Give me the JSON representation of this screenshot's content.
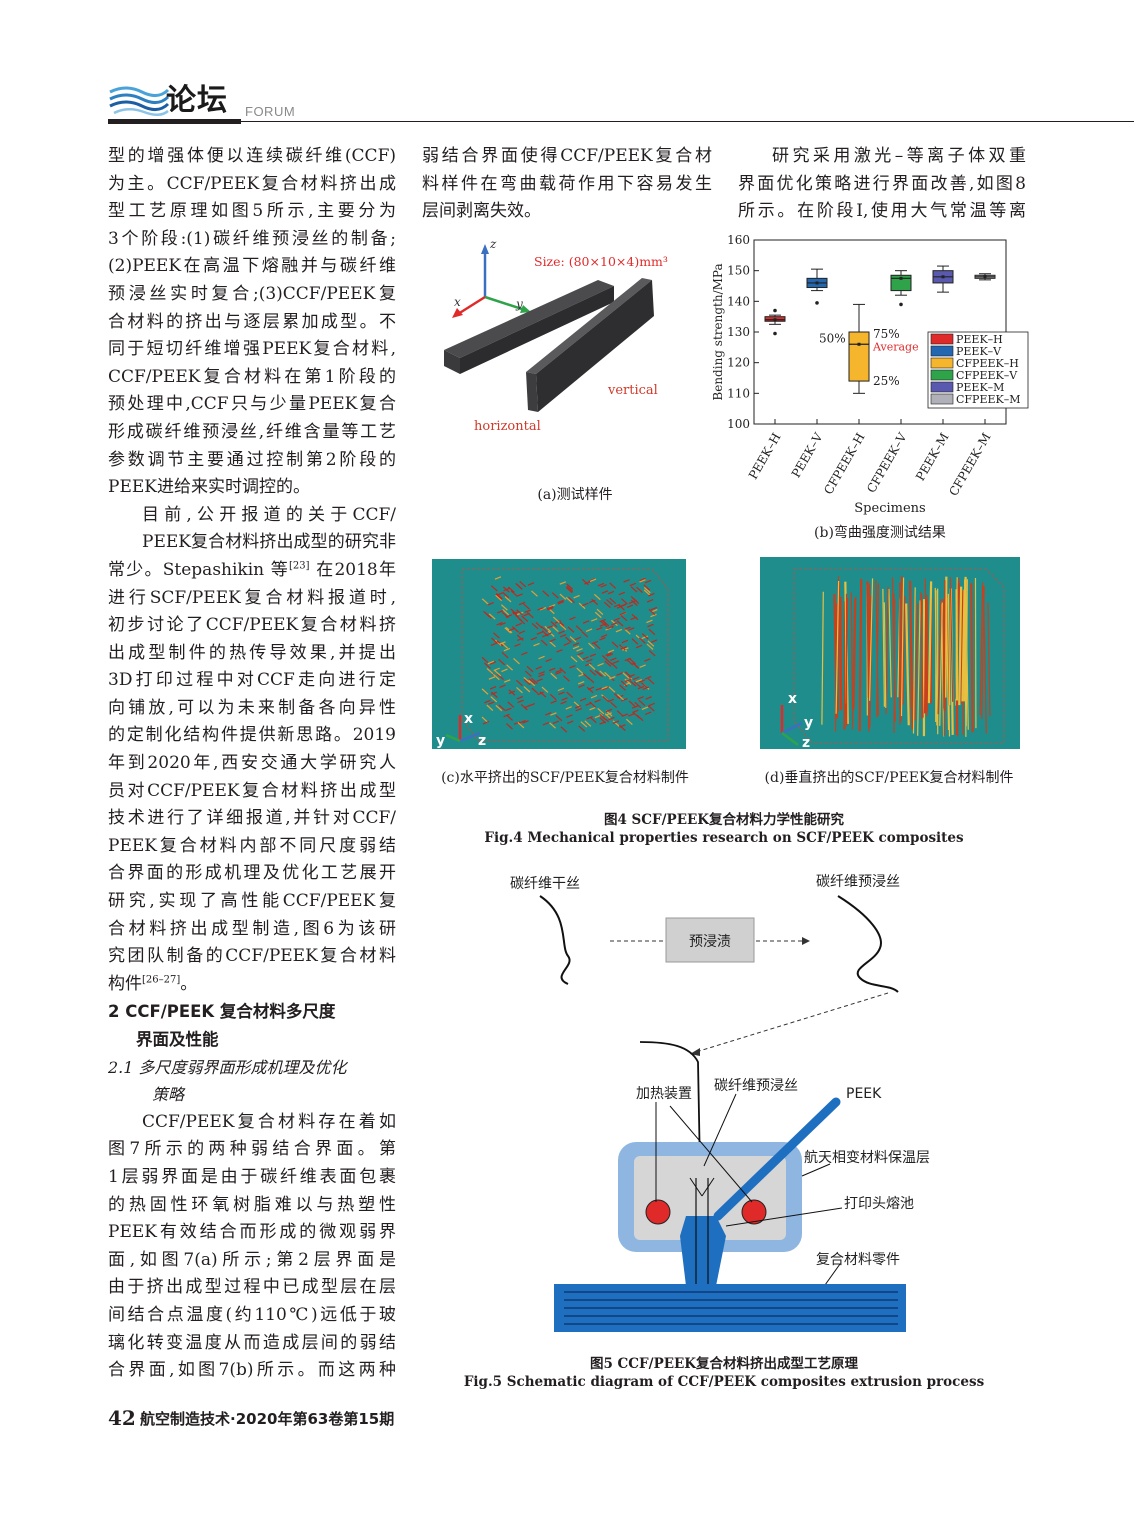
{
  "header": {
    "title": "论坛",
    "subtitle": "FORUM"
  },
  "col1": {
    "lines_p1": [
      "型的增强体便以连续碳纤维(CCF)",
      "为主。CCF/PEEK复合材料挤出成",
      "型工艺原理如图5所示,主要分为",
      "3个阶段:(1)碳纤维预浸丝的制备;",
      "(2)PEEK在高温下熔融并与碳纤维",
      "预浸丝实时复合;(3)CCF/PEEK复",
      "合材料的挤出与逐层累加成型。不",
      "同于短切纤维增强PEEK复合材料,",
      "CCF/PEEK复合材料在第1阶段的",
      "预处理中,CCF只与少量PEEK复合",
      "形成碳纤维预浸丝,纤维含量等工艺",
      "参数调节主要通过控制第2阶段的",
      "PEEK进给来实时调控的。"
    ],
    "p2_l1": "目前,公开报道的关于CCF/",
    "p2_l2": "PEEK复合材料挤出成型的研究非",
    "p2_l3a": "常少。Stepashikin 等",
    "p2_ref1": "[23]",
    "p2_l3b": "在2018年",
    "lines_p2b": [
      "进行SCF/PEEK复合材料报道时,",
      "初步讨论了CCF/PEEK复合材料挤",
      "出成型制件的热传导效果,并提出",
      "3D打印过程中对CCF走向进行定",
      "向铺放,可以为未来制备各向异性",
      "的定制化结构件提供新思路。2019",
      "年到2020年,西安交通大学研究人",
      "员对CCF/PEEK复合材料挤出成型",
      "技术进行了详细报道,并针对CCF/",
      "PEEK复合材料内部不同尺度弱结",
      "合界面的形成机理及优化工艺展开",
      "研究,实现了高性能CCF/PEEK复",
      "合材料挤出成型制造,图6为该研",
      "究团队制备的CCF/PEEK复合材料"
    ],
    "p2_last_a": "构件",
    "p2_ref2": "[26–27]",
    "p2_last_b": "。",
    "sec2_l1": "2 CCF/PEEK 复合材料多尺度",
    "sec2_l2": "界面及性能",
    "sub21_l1": "2.1 多尺度弱界面形成机理及优化",
    "sub21_l2": "策略",
    "lines_p3": [
      "CCF/PEEK复合材料存在着如",
      "图7所示的两种弱结合界面。第",
      "1层弱界面是由于碳纤维表面包裹",
      "的热固性环氧树脂难以与热塑性",
      "PEEK有效结合而形成的微观弱界",
      "面,如图7(a)所示;第2层界面是",
      "由于挤出成型过程中已成型层在层",
      "间结合点温度(约110℃)远低于玻",
      "璃化转变温度从而造成层间的弱结",
      "合界面,如图7(b)所示。而这两种"
    ]
  },
  "col2": {
    "lines": [
      "弱结合界面使得CCF/PEEK复合材",
      "料样件在弯曲载荷作用下容易发生",
      "层间剥离失效。"
    ]
  },
  "col3": {
    "lines": [
      "研究采用激光–等离子体双重",
      "界面优化策略进行界面改善,如图8",
      "所示。在阶段I,使用大气常温等离"
    ]
  },
  "fig4": {
    "a": {
      "size_label": "Size: (80×10×4)mm³",
      "axis_x": "x",
      "axis_y": "y",
      "axis_z": "z",
      "label_vertical": "vertical",
      "label_horizontal": "horizontal",
      "caption": "(a)测试样件"
    },
    "b_caption": "(b)弯曲强度测试结果",
    "c": {
      "caption": "(c)水平挤出的SCF/PEEK复合材料制件",
      "ax1": "x",
      "ax2": "y",
      "ax3": "z"
    },
    "d": {
      "caption": "(d)垂直挤出的SCF/PEEK复合材料制件",
      "ax1": "x",
      "ax2": "y",
      "ax3": "z"
    },
    "title_cn": "图4 SCF/PEEK复合材料力学性能研究",
    "title_en": "Fig.4 Mechanical properties research on SCF/PEEK composites"
  },
  "chart_data": {
    "type": "box",
    "xlabel": "Specimens",
    "ylabel": "Bending strength/MPa",
    "ylim": [
      100,
      160
    ],
    "yticks": [
      100,
      110,
      120,
      130,
      140,
      150,
      160
    ],
    "annotations": {
      "p75": "75%",
      "p50": "50%",
      "avg": "Average",
      "p25": "25%"
    },
    "series": [
      {
        "name": "PEEK–H",
        "label": "PEEK–H",
        "color": "#e02a2a",
        "min": 132.5,
        "q1": 133.5,
        "median": 134,
        "q3": 135,
        "max": 135.5,
        "outliers": [
          137,
          129.5
        ]
      },
      {
        "name": "PEEK–V",
        "label": "PEEK–V",
        "color": "#2367b0",
        "min": 143.5,
        "q1": 144.5,
        "median": 146,
        "q3": 147.5,
        "max": 150.5,
        "outliers": [
          139.5
        ]
      },
      {
        "name": "CFPEEK–H",
        "label": "CFPEEK–H",
        "color": "#f5b52c",
        "min": 110,
        "q1": 114,
        "median": 126,
        "q3": 130,
        "max": 139,
        "outliers": []
      },
      {
        "name": "CFPEEK–V",
        "label": "CFPEEK–V",
        "color": "#2ea34a",
        "min": 142,
        "q1": 143.5,
        "median": 147.5,
        "q3": 148.5,
        "max": 150,
        "outliers": [
          139
        ]
      },
      {
        "name": "PEEK–M",
        "label": "PEEK–M",
        "color": "#5a59b0",
        "min": 143,
        "q1": 146,
        "median": 148,
        "q3": 150,
        "max": 151.5,
        "outliers": []
      },
      {
        "name": "CFPEEK–M",
        "label": "CFPEEK–M",
        "color": "#b0b0b8",
        "min": 147,
        "q1": 147.5,
        "median": 148,
        "q3": 148.5,
        "max": 149,
        "outliers": []
      }
    ]
  },
  "fig5": {
    "dry_fiber": "碳纤维干丝",
    "prepreg_fiber": "碳纤维预浸丝",
    "preimpregnate": "预浸渍",
    "heater": "加热装置",
    "prepreg_fiber2": "碳纤维预浸丝",
    "peek": "PEEK",
    "insulation": "航天相变材料保温层",
    "melt_pool": "打印头熔池",
    "part": "复合材料零件",
    "title_cn": "图5 CCF/PEEK复合材料挤出成型工艺原理",
    "title_en": "Fig.5 Schematic diagram of CCF/PEEK composites extrusion process"
  },
  "footer": {
    "page": "42",
    "journal": "航空制造技术·2020年第63卷第15期"
  },
  "colors": {
    "accent_blue": "#1f6fc1",
    "teal_bg": "#1f8d8c",
    "red": "#e02a2a"
  }
}
